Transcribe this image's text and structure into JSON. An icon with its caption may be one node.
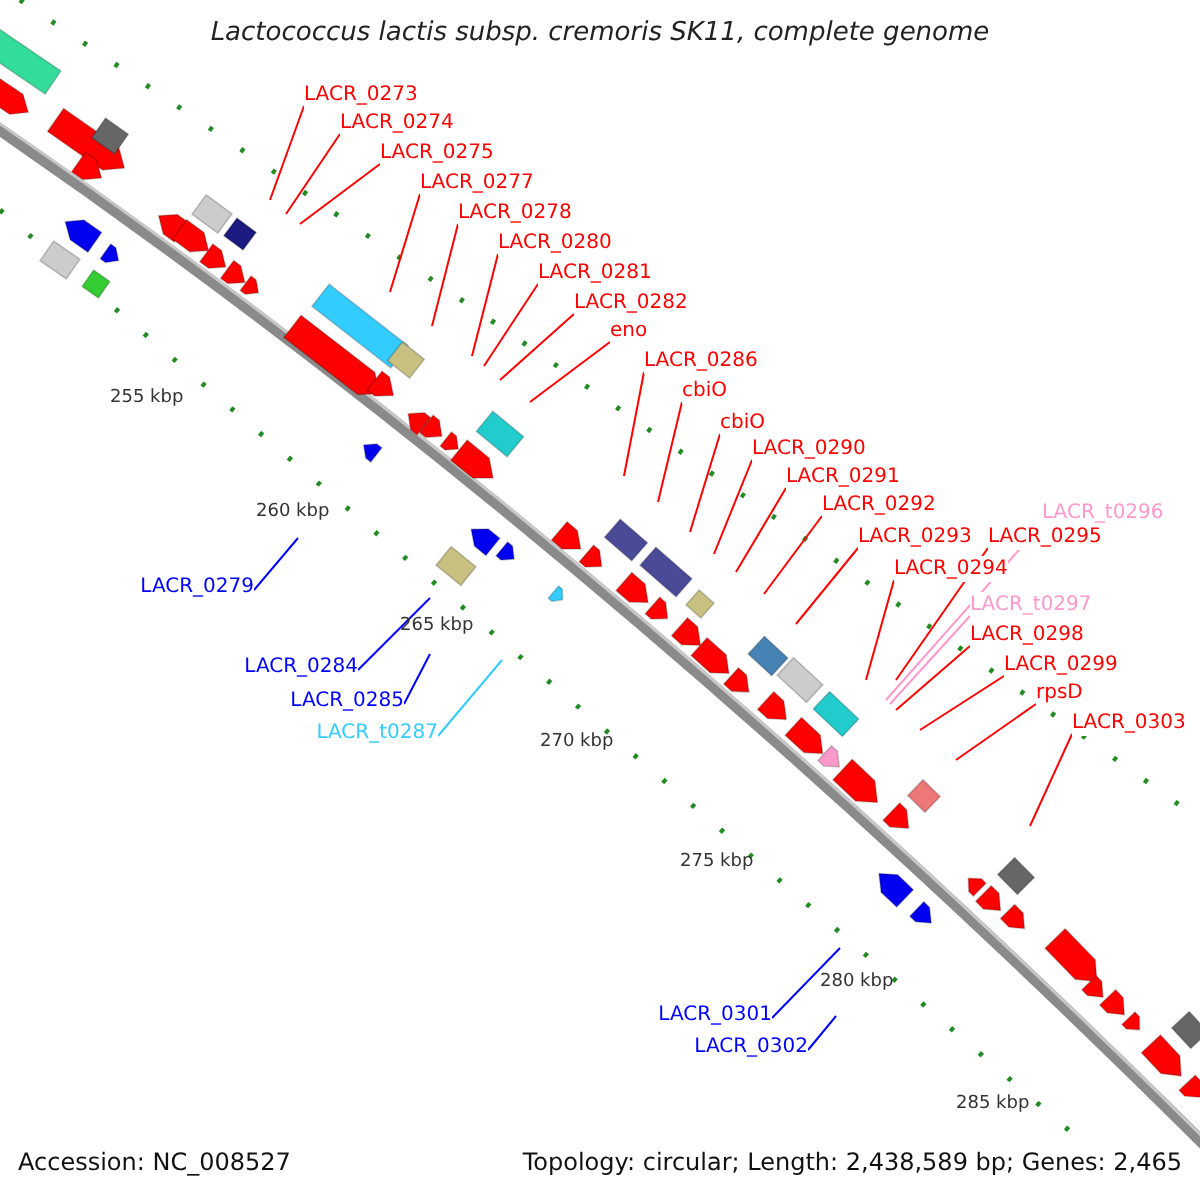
{
  "diagram": {
    "title": "Lactococcus lactis subsp. cremoris SK11, complete genome",
    "nodes": [
      {
        "text": [
          "LACR_0273"
        ]
      },
      {
        "text": [
          "LACR_0274"
        ]
      },
      {
        "text": [
          "LACR_0275"
        ]
      },
      {
        "text": [
          "LACR_0277"
        ]
      },
      {
        "text": [
          "LACR_0278"
        ]
      },
      {
        "text": [
          "LACR_0280"
        ]
      },
      {
        "text": [
          "LACR_0281"
        ]
      },
      {
        "text": [
          "LACR_0282"
        ]
      },
      {
        "text": [
          "eno"
        ]
      },
      {
        "text": [
          "LACR_0286"
        ]
      },
      {
        "text": [
          "cbiO"
        ]
      },
      {
        "text": [
          "cbiO"
        ]
      },
      {
        "text": [
          "LACR_0290"
        ]
      },
      {
        "text": [
          "LACR_0291"
        ]
      },
      {
        "text": [
          "LACR_0292"
        ]
      },
      {
        "text": [
          "LACR_t0296"
        ]
      },
      {
        "text": [
          "LACR_0293"
        ]
      },
      {
        "text": [
          "LACR_0295"
        ]
      },
      {
        "text": [
          "LACR_0294"
        ]
      },
      {
        "text": [
          "LACR_0279"
        ]
      },
      {
        "text": [
          "LACR_t0297"
        ]
      },
      {
        "text": [
          "LACR_0298"
        ]
      },
      {
        "text": [
          "LACR_0299"
        ]
      },
      {
        "text": [
          "LACR_0284"
        ]
      },
      {
        "text": [
          "rpsD"
        ]
      },
      {
        "text": [
          "LACR_0285"
        ]
      },
      {
        "text": [
          "LACR_0303"
        ]
      },
      {
        "text": [
          "LACR_t0287"
        ]
      },
      {
        "text": [
          "LACR_0301"
        ]
      },
      {
        "text": [
          "LACR_0302"
        ]
      }
    ],
    "edges": [
      {
        "from": 0,
        "to": null,
        "arrow": "none"
      },
      {
        "from": 1,
        "to": null,
        "arrow": "none"
      },
      {
        "from": 2,
        "to": null,
        "arrow": "none"
      },
      {
        "from": 3,
        "to": null,
        "arrow": "none"
      },
      {
        "from": 4,
        "to": null,
        "arrow": "none"
      },
      {
        "from": 5,
        "to": null,
        "arrow": "none"
      },
      {
        "from": 6,
        "to": null,
        "arrow": "none"
      },
      {
        "from": 7,
        "to": null,
        "arrow": "none"
      },
      {
        "from": 8,
        "to": null,
        "arrow": "none"
      },
      {
        "from": 9,
        "to": null,
        "arrow": "none"
      },
      {
        "from": 10,
        "to": null,
        "arrow": "none"
      },
      {
        "from": 11,
        "to": null,
        "arrow": "none"
      },
      {
        "from": 12,
        "to": null,
        "arrow": "none"
      },
      {
        "from": 13,
        "to": null,
        "arrow": "none"
      },
      {
        "from": 14,
        "to": null,
        "arrow": "none"
      },
      {
        "from": 15,
        "to": null,
        "arrow": "none",
        "color": "#ff99cc"
      },
      {
        "from": 16,
        "to": null,
        "arrow": "none"
      },
      {
        "from": 17,
        "to": null,
        "arrow": "none"
      },
      {
        "from": 18,
        "to": null,
        "arrow": "none"
      },
      {
        "from": 19,
        "to": null,
        "arrow": "none",
        "color": "#0000ff"
      },
      {
        "from": 20,
        "to": null,
        "arrow": "none",
        "color": "#ff99cc"
      },
      {
        "from": 21,
        "to": null,
        "arrow": "none"
      },
      {
        "from": 22,
        "to": null,
        "arrow": "none"
      },
      {
        "from": 23,
        "to": null,
        "arrow": "none",
        "color": "#0000ff"
      },
      {
        "from": 24,
        "to": null,
        "arrow": "none"
      },
      {
        "from": 25,
        "to": null,
        "arrow": "none",
        "color": "#0000ff"
      },
      {
        "from": 26,
        "to": null,
        "arrow": "none"
      },
      {
        "from": 27,
        "to": null,
        "arrow": "none",
        "color": "#33ccff"
      },
      {
        "from": 28,
        "to": null,
        "arrow": "none",
        "color": "#0000ff"
      },
      {
        "from": 29,
        "to": null,
        "arrow": "none",
        "color": "#0000ff"
      }
    ],
    "labels": [
      "255 kbp",
      "260 kbp",
      "265 kbp",
      "270 kbp",
      "275 kbp",
      "280 kbp",
      "285 kbp",
      "Accession: NC_008527",
      "Topology: circular; Length: 2,438,589 bp; Genes: 2,465"
    ]
  }
}
